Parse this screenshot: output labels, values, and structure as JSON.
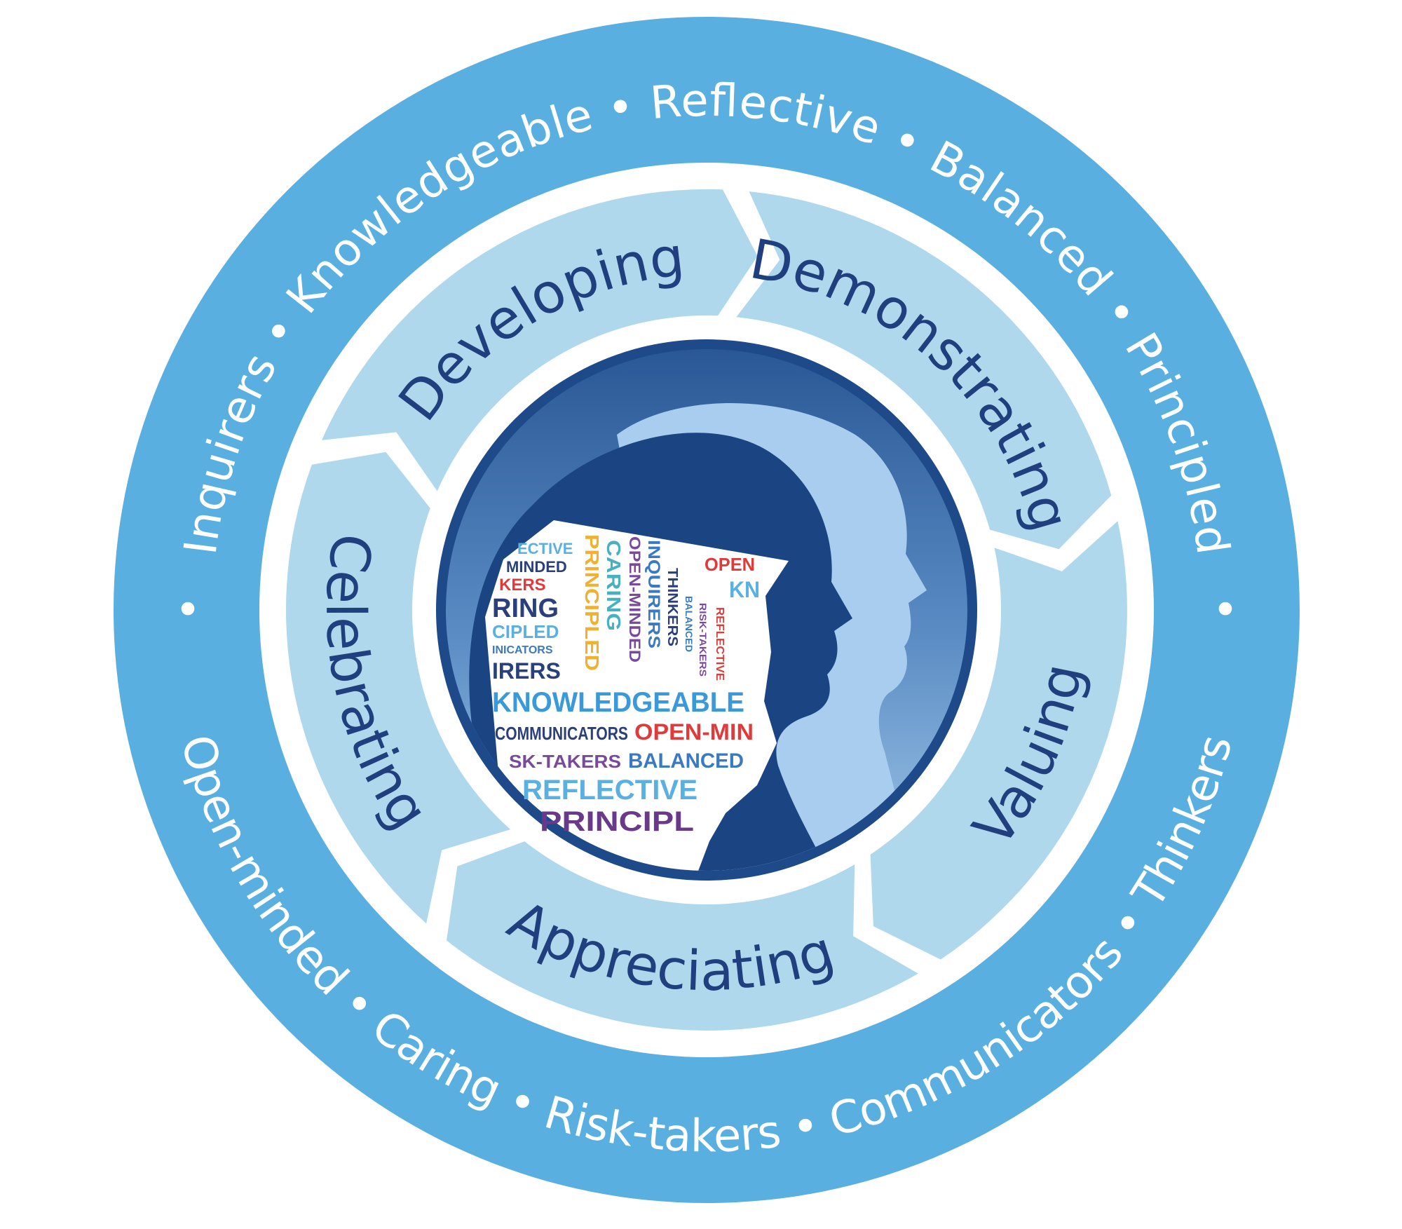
{
  "outer_ring": {
    "top_text": "Inquirers • Knowledgeable • Reflective • Balanced • Principled",
    "bottom_text": "Open-minded • Caring • Risk-takers • Communicators • Thinkers",
    "separator": "•"
  },
  "cycle": {
    "segments": [
      {
        "label": "Developing"
      },
      {
        "label": "Demonstrating"
      },
      {
        "label": "Valuing"
      },
      {
        "label": "Appreciating"
      },
      {
        "label": "Celebrating"
      }
    ]
  },
  "word_cloud": {
    "words": [
      "ECTIVE",
      "MINDED",
      "KERS",
      "RING",
      "CIPLED",
      "INICATORS",
      "IRERS",
      "KNOWLEDGEABLE",
      "COMMUNICATORS",
      "OPEN-MIN",
      "SK-TAKERS",
      "BALANCED",
      "REFLECTIVE",
      "PRINCIPL",
      "PRINCIPLED",
      "CARING",
      "OPEN-MINDED",
      "INQUIRERS",
      "THINKERS",
      "BALANCED",
      "RISK-TAKERS",
      "REFLECTIVE",
      "OPEN",
      "KN"
    ]
  },
  "colors": {
    "outer_ring": "#5aafe1",
    "segments": "#b0d8ec",
    "label_text": "#1f3f7e",
    "center_dark": "#1b4483",
    "center_light_head": "#a8cdee"
  }
}
